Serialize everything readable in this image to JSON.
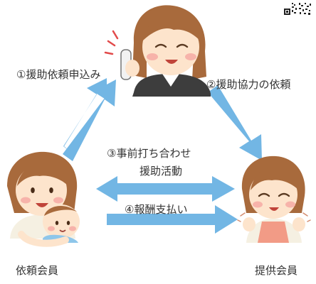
{
  "steps": {
    "request_application": "①援助依頼申込み",
    "cooperation_request": "②援助協力の依頼",
    "pre_meeting": "③事前打ち合わせ",
    "support_activity": "援助活動",
    "payment": "④報酬支払い"
  },
  "roles": {
    "requesting_member": "依頼会員",
    "providing_member": "提供会員"
  },
  "colors": {
    "arrow": "#72b6e4",
    "hair_brown": "#a86a3c",
    "skin": "#fde4cc",
    "cheek": "#f7b3aa",
    "suit": "#3d3d3d",
    "apron": "#f29b86",
    "baby_shirt": "#8ec6ea"
  }
}
